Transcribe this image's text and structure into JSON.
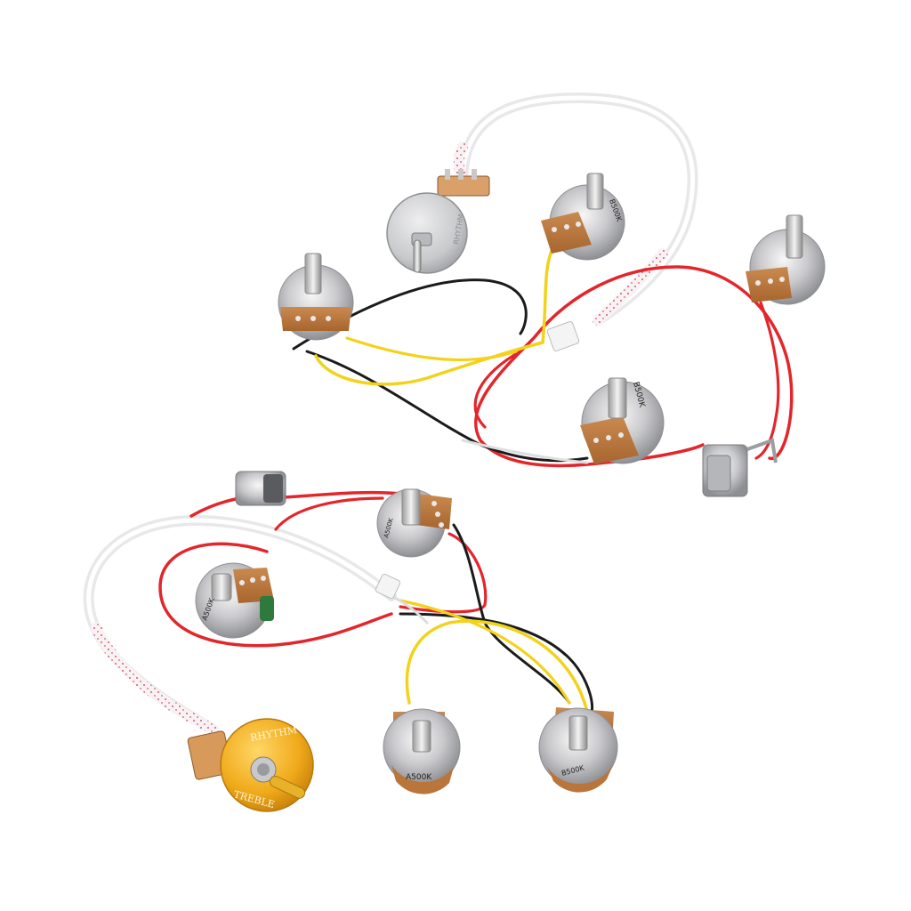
{
  "photo": {
    "background_color": "#ffffff",
    "wire_colors": {
      "red": "#e3262b",
      "yellow": "#f2d21b",
      "black": "#1b1b1b",
      "white": "#f2f2f2",
      "shield_dots": "#e0566e"
    }
  },
  "upper_harness": {
    "pots": [
      {
        "marking": "",
        "id": "pot-upper-left"
      },
      {
        "marking": "B500K",
        "id": "pot-upper-top"
      },
      {
        "marking": "",
        "id": "pot-upper-right"
      },
      {
        "marking": "B500K",
        "id": "pot-upper-center"
      }
    ],
    "switch_plate_text": "RHYTHM",
    "switch_plate_color": "#cfd0d2"
  },
  "lower_harness": {
    "pots": [
      {
        "marking": "A500K",
        "id": "pot-lower-left"
      },
      {
        "marking": "A500K",
        "id": "pot-lower-top"
      },
      {
        "marking": "A500K",
        "id": "pot-lower-bottom-left"
      },
      {
        "marking": "B500K",
        "id": "pot-lower-bottom-right"
      }
    ],
    "switch_plate": {
      "top_text": "RHYTHM",
      "bottom_text": "TREBLE",
      "color": "#f0b21c"
    }
  }
}
